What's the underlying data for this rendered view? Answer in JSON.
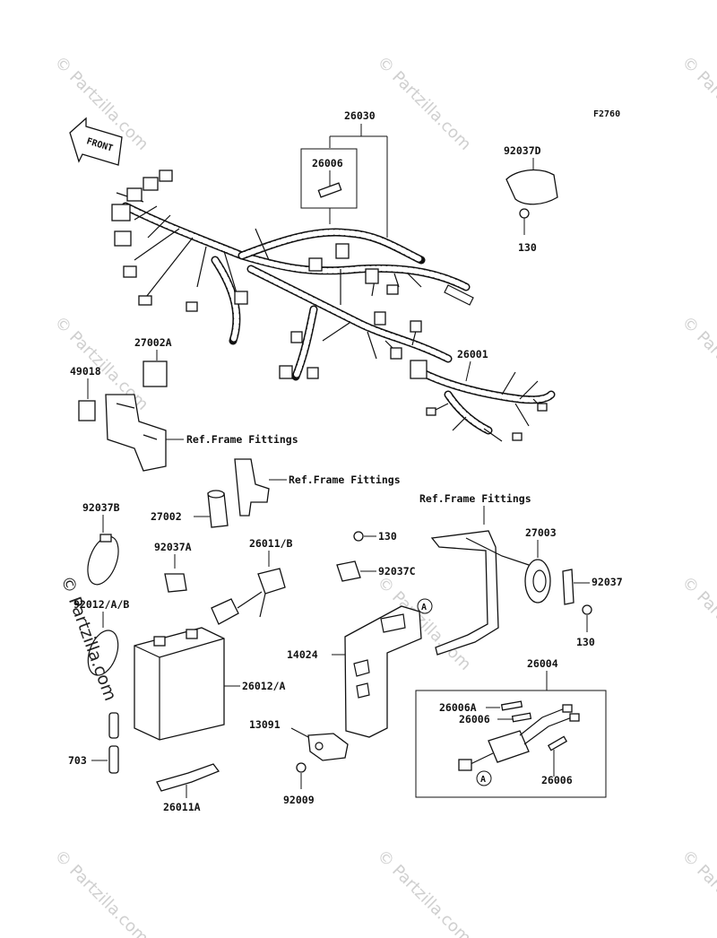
{
  "diagram": {
    "code": "F2760",
    "front_label": "FRONT",
    "watermark_text": "© Partzilla.com",
    "part_labels": {
      "p26030": "26030",
      "p26006_top": "26006",
      "p92037D": "92037D",
      "p130_top": "130",
      "p27002A": "27002A",
      "p49018": "49018",
      "ref1": "Ref.Frame Fittings",
      "p26001": "26001",
      "ref2": "Ref.Frame Fittings",
      "ref3": "Ref.Frame Fittings",
      "p92037B": "92037B",
      "p27002": "27002",
      "p92037A": "92037A",
      "p26011B": "26011/B",
      "p130_mid": "130",
      "p92037C": "92037C",
      "p27003": "27003",
      "p92037": "92037",
      "p130_right": "130",
      "p92012AB": "92012/A/B",
      "p14024": "14024",
      "p26012A": "26012/A",
      "p26004": "26004",
      "p26006A": "26006A",
      "p26006_mid": "26006",
      "p13091": "13091",
      "p703": "703",
      "p26006_low": "26006",
      "p92009": "92009",
      "p26011A": "26011A",
      "callout_A1": "A",
      "callout_A2": "A"
    }
  }
}
